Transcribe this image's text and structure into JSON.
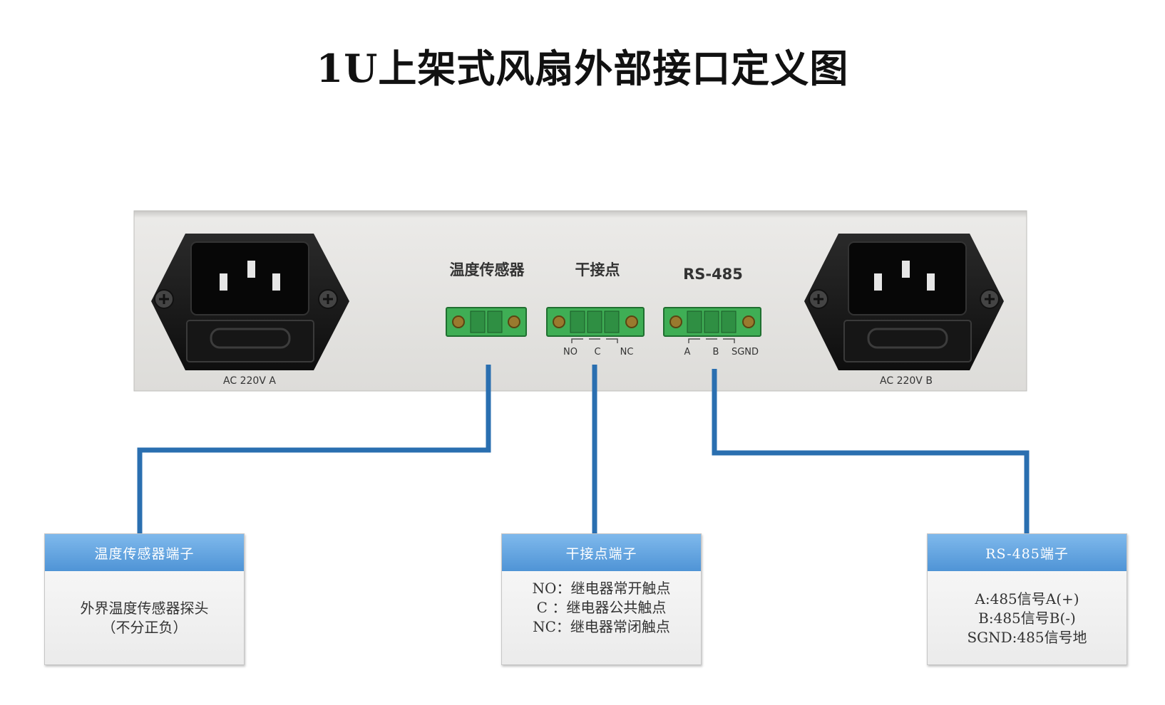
{
  "title": "1U上架式风扇外部接口定义图",
  "panel": {
    "port_labels": {
      "temp": "温度传感器",
      "dry": "干接点",
      "rs485": "RS-485"
    },
    "dry_pins": [
      "NO",
      "C",
      "NC"
    ],
    "rs485_pins": [
      "A",
      "B",
      "SGND"
    ],
    "power_a": "AC 220V A",
    "power_b": "AC 220V B"
  },
  "boxes": {
    "temp": {
      "header": "温度传感器端子",
      "lines": [
        "外界温度传感器探头",
        "（不分正负）"
      ]
    },
    "dry": {
      "header": "干接点端子",
      "lines": [
        "NO：继电器常开触点",
        "C ：继电器公共触点",
        "NC：继电器常闭触点"
      ]
    },
    "rs485": {
      "header": "RS-485端子",
      "lines": [
        "A:485信号A(+)",
        "B:485信号B(-)",
        "SGND:485信号地"
      ]
    }
  },
  "colors": {
    "wire": "#2a6fb0",
    "terminal": "#3fae55",
    "panel": "#e5e4e2",
    "box_header": "#5d9fdc"
  }
}
